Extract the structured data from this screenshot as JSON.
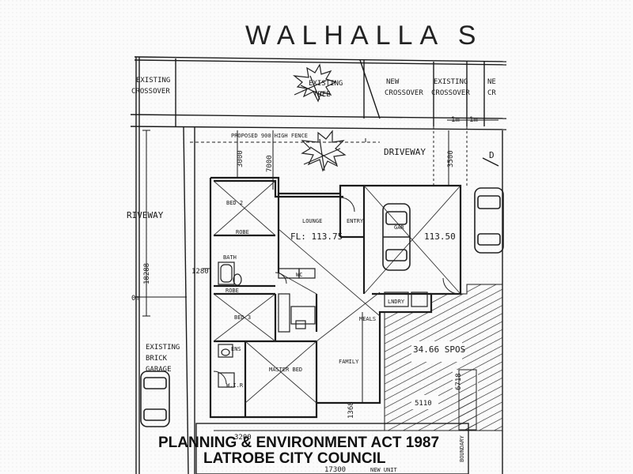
{
  "street_name": "WALHALLA S",
  "labels": {
    "existing_crossover_left": [
      "EXISTING",
      "CROSSOVER"
    ],
    "existing_tree": [
      "EXISTING",
      "TREE"
    ],
    "new_crossover": [
      "NEW",
      "CROSSOVER"
    ],
    "existing_crossover_right": [
      "EXISTING",
      "CROSSOVER"
    ],
    "new_cr_partial": [
      "NE",
      "CR"
    ],
    "proposed_fence": "PROPOSED 900 HIGH FENCE",
    "driveway_main": "DRIVEWAY",
    "driveway_left": "RIVEWAY",
    "driveway_right_partial": "D",
    "existing_brick_garage": [
      "EXISTING",
      "BRICK",
      "GARAGE"
    ],
    "boundary": "BOUNDARY",
    "new_unit": "NEW UNIT"
  },
  "rooms": {
    "bed2": "BED 2",
    "robe1": "ROBE",
    "bath": "BATH",
    "robe2": "ROBE",
    "bed3": "BED 3",
    "lounge": "LOUNGE",
    "entry": "ENTRY",
    "garage": "GAR",
    "meals": "MEALS",
    "family": "FAMILY",
    "master_bed": "MASTER BED",
    "wir": "W.I.R",
    "ens": "ENS",
    "wc": "WC",
    "lndry": "LNDRY"
  },
  "levels": {
    "floor": "FL: 113.75",
    "garage": "113.50"
  },
  "dimensions": {
    "d3000a": "3000",
    "d7000": "7000",
    "d3500": "3500",
    "d1m_a": "1m",
    "d1m_b": "1m",
    "d18288": "18288",
    "d1280": "1280",
    "d0m": "0m",
    "d1368": "1368",
    "d6718": "6718",
    "d5110": "5110",
    "d17300": "17300",
    "d3200": "3200"
  },
  "spos": "34.66 SPOS",
  "stamp": {
    "line1": "PLANNING & ENVIRONMENT ACT 1987",
    "line2": "LATROBE CITY COUNCIL"
  }
}
